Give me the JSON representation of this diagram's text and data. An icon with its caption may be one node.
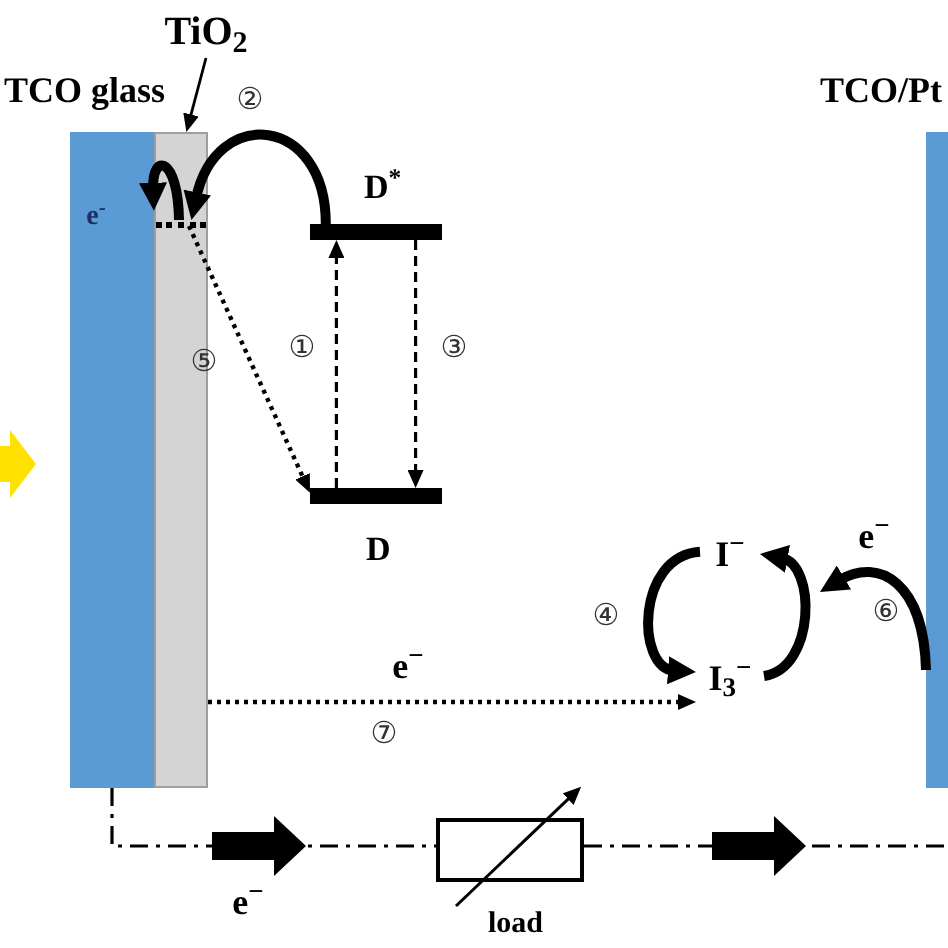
{
  "diagram": {
    "nodes": [
      {
        "text": [
          "TCO glass"
        ]
      },
      {
        "text": [
          "TiO$_{2}$"
        ]
      },
      {
        "text": [],
        "shape": "box"
      },
      {
        "text": [],
        "shape": "bar",
        "in": 2
      },
      {
        "text": [
          "D$^{*}$"
        ]
      },
      {
        "text": [
          "D"
        ]
      },
      {
        "text": [
          "I$^{−}$"
        ]
      },
      {
        "text": [
          "I$_{3}$$^{−}$"
        ]
      },
      {
        "text": [
          "TCO/Pt"
        ]
      },
      {
        "text": [
          "load"
        ]
      }
    ],
    "edges": [
      {
        "from": 1,
        "to": 2,
        "arrow": "to"
      },
      {
        "from": 4,
        "to": 3,
        "arrow": "to",
        "label": "②",
        "style": "thick"
      },
      {
        "from": 3,
        "to": 0,
        "arrow": "to",
        "label": "e$^{-}$",
        "style": "thick"
      },
      {
        "from": 5,
        "to": 4,
        "arrow": "to",
        "label": "①",
        "style": "dashed"
      },
      {
        "from": 4,
        "to": 5,
        "arrow": "to",
        "label": "③",
        "style": "dashed"
      },
      {
        "from": 3,
        "to": 5,
        "arrow": "to",
        "label": "⑤",
        "style": "dashed"
      },
      {
        "from": 2,
        "to": 7,
        "arrow": "to",
        "label": "⑦",
        "style": "dashed"
      },
      {
        "from": 6,
        "to": 7,
        "arrow": "to",
        "label": "④",
        "style": "thick"
      },
      {
        "from": 7,
        "to": 6,
        "arrow": "to",
        "style": "thick"
      },
      {
        "from": 8,
        "to": null,
        "arrow": "to",
        "label": "⑥",
        "style": "thick"
      },
      {
        "from": 0,
        "to": 9,
        "arrow": "none",
        "label": "e$^{−}$",
        "style": "dashed"
      },
      {
        "from": 9,
        "to": null,
        "arrow": "none",
        "style": "dashed"
      }
    ],
    "labels": [
      "e$^{−}$",
      "e$^{−}$"
    ]
  }
}
